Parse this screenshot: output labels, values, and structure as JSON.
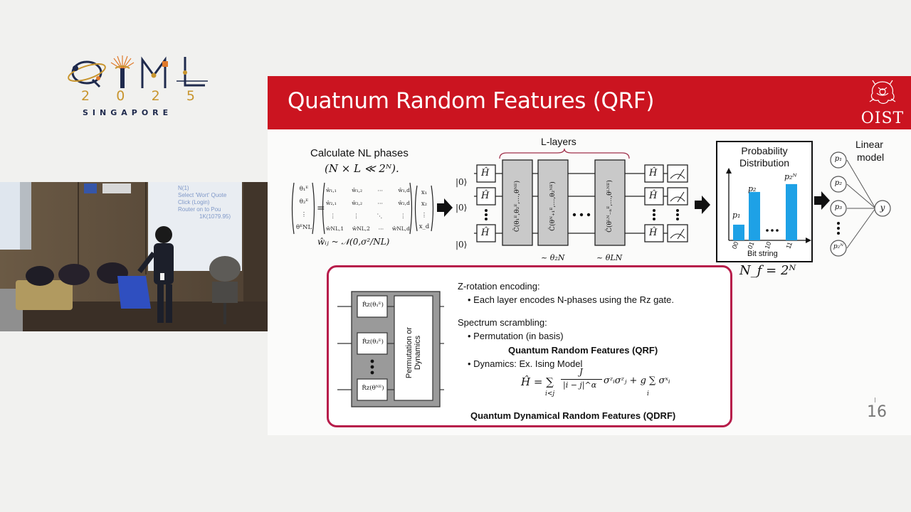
{
  "logo": {
    "year_digits": [
      "2",
      "0",
      "2",
      "5"
    ],
    "city": "SINGAPORE",
    "colors": {
      "navy": "#1f2a4d",
      "gold": "#c8952e",
      "orange": "#e07a2b"
    }
  },
  "video": {
    "whiteboard_lines": [
      "N(1)",
      "Select 'Wort' Quote",
      "Click (Login)",
      "Router on to Pou",
      "1K(1079.95)"
    ]
  },
  "slide": {
    "title": "Quatnum Random Features (QRF)",
    "institution": "OIST",
    "page_number": "16",
    "header_color": "#cb1420",
    "left": {
      "phases_line1": "Calculate NL phases",
      "phases_line2": "(N × L ≪ 2ᴺ).",
      "weight_dist": "ŵᵢⱼ ~ 𝒩(0,σ²/NL)",
      "theta_labels": [
        "θ₁ᴱ",
        "θ₂ᴱ",
        "⋮",
        "θᴱNL"
      ],
      "w_rows": [
        [
          "ŵ₁,₁",
          "ŵ₁,₂",
          "⋯",
          "ŵ₁,d"
        ],
        [
          "ŵ₂,₁",
          "ŵ₂,₂",
          "⋯",
          "ŵ₂,d"
        ],
        [
          "⋮",
          "⋮",
          "⋱",
          "⋮"
        ],
        [
          "ŵNL,1",
          "ŵNL,2",
          "⋯",
          "ŵNL,d"
        ]
      ],
      "x_labels": [
        "x₁",
        "x₂",
        "⋮",
        "x_d"
      ]
    },
    "circuit": {
      "layers_label": "L-layers",
      "ket": "|0⟩",
      "hadamard": "Ĥ",
      "block_labels": [
        "Ĉ(θ₁ᴱ,θ₂ᴱ,…,θᴺᴱ)",
        "Ĉ(θᴺ₊₁ᴱ,…,θ₂ᴺᴱ)",
        "Ĉ(θᴸᴺ₋ₙᴱ,…,θᴸᴺᴱ)"
      ],
      "under_labels": [
        "~ θ₂N",
        "~ θLN"
      ]
    },
    "distribution": {
      "title_line1": "Probability",
      "title_line2": "Distribution",
      "xlabel": "Bit string",
      "bar_labels": [
        "p₁",
        "p₂",
        "p₂ᴺ"
      ],
      "bar_values": [
        0.24,
        0.74,
        0.86
      ],
      "tick_labels": [
        "00",
        "01",
        "10",
        "11"
      ],
      "bar_color": "#1ea1e6",
      "nf": "N_f = 2ᴺ"
    },
    "linear_model": {
      "title_line1": "Linear",
      "title_line2": "model",
      "nodes": [
        "p₁",
        "p₂",
        "p₃",
        "p₂ᴺ"
      ],
      "output": "y"
    },
    "inset": {
      "rz_labels": [
        "R̂z(θ₁ᴱ)",
        "R̂z(θ₂ᴱ)",
        "R̂z(θᴺᴱ)"
      ],
      "perm_label": "Permutation or Dynamics",
      "z_title": "Z-rotation encoding:",
      "z_bullet": "• Each layer encodes N-phases using the Rz gate.",
      "scramble_title": "Spectrum scrambling:",
      "perm_bullet": "• Permutation (in basis)",
      "qrf": "Quantum Random Features (QRF)",
      "dyn_bullet": "• Dynamics: Ex. Ising Model",
      "formula_lhs": "Ĥ = ∑",
      "formula_sub": "i<j",
      "formula_num": "J",
      "formula_den": "|i − j|^α",
      "formula_rhs": "σᶻᵢσᶻⱼ + g ∑ σˣᵢ",
      "formula_sub2": "i",
      "qdrf": "Quantum Dynamical Random Features (QDRF)",
      "border_color": "#b71c4a"
    }
  }
}
